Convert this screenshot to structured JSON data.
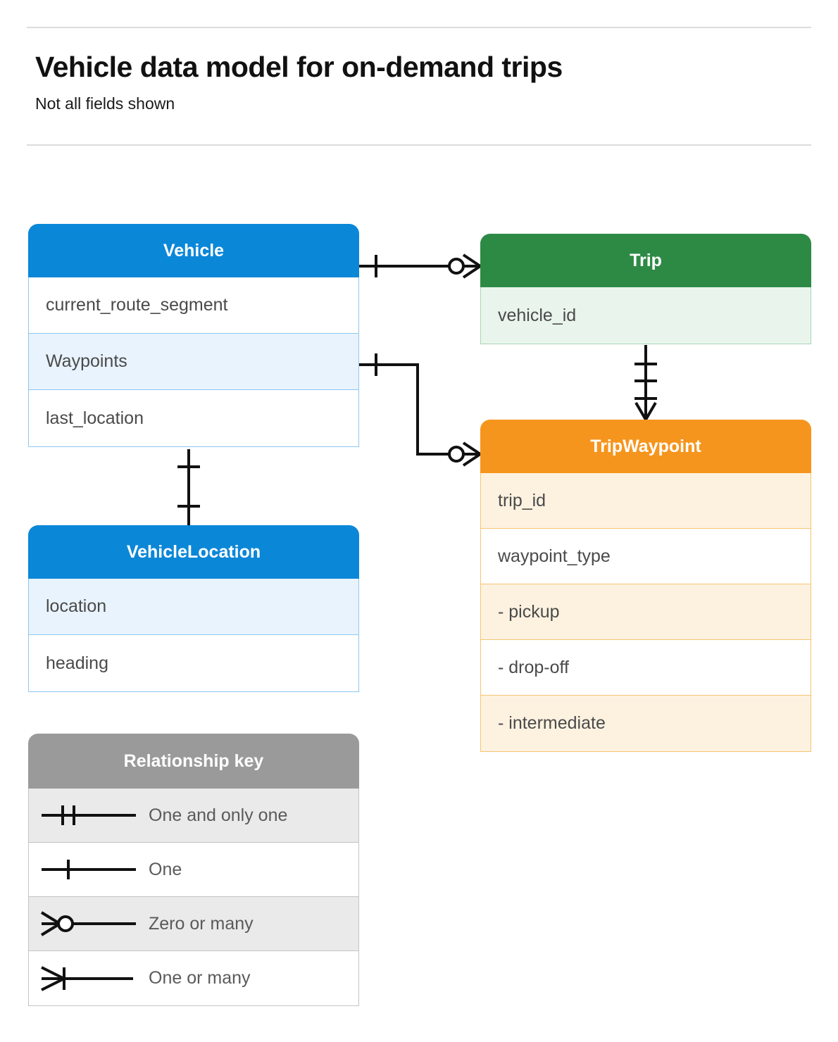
{
  "header": {
    "title": "Vehicle data model for on-demand trips",
    "subtitle": "Not all fields shown"
  },
  "entities": {
    "vehicle": {
      "name": "Vehicle",
      "color": "#0b87d8",
      "fields": [
        "current_route_segment",
        "Waypoints",
        "last_location"
      ]
    },
    "vehicle_location": {
      "name": "VehicleLocation",
      "color": "#0b87d8",
      "fields": [
        "location",
        "heading"
      ]
    },
    "trip": {
      "name": "Trip",
      "color": "#2d8a45",
      "fields": [
        "vehicle_id"
      ]
    },
    "trip_waypoint": {
      "name": "TripWaypoint",
      "color": "#f6951d",
      "fields": [
        "trip_id",
        "waypoint_type",
        "-  pickup",
        "-  drop-off",
        "-  intermediate"
      ]
    }
  },
  "legend": {
    "title": "Relationship key",
    "rows": [
      {
        "symbol": "one-and-only-one",
        "label": "One and only one"
      },
      {
        "symbol": "one",
        "label": "One"
      },
      {
        "symbol": "zero-or-many",
        "label": "Zero or many"
      },
      {
        "symbol": "one-or-many",
        "label": "One or many"
      }
    ]
  },
  "relationships": [
    {
      "from": "Vehicle",
      "to": "Trip",
      "from_cardinality": "One",
      "to_cardinality": "Zero or many"
    },
    {
      "from": "Vehicle.Waypoints",
      "to": "TripWaypoint",
      "from_cardinality": "One",
      "to_cardinality": "Zero or many"
    },
    {
      "from": "Trip",
      "to": "TripWaypoint",
      "from_cardinality": "One and only one",
      "to_cardinality": "One or many"
    },
    {
      "from": "Vehicle",
      "to": "VehicleLocation",
      "from_cardinality": "One",
      "to_cardinality": "One"
    }
  ]
}
